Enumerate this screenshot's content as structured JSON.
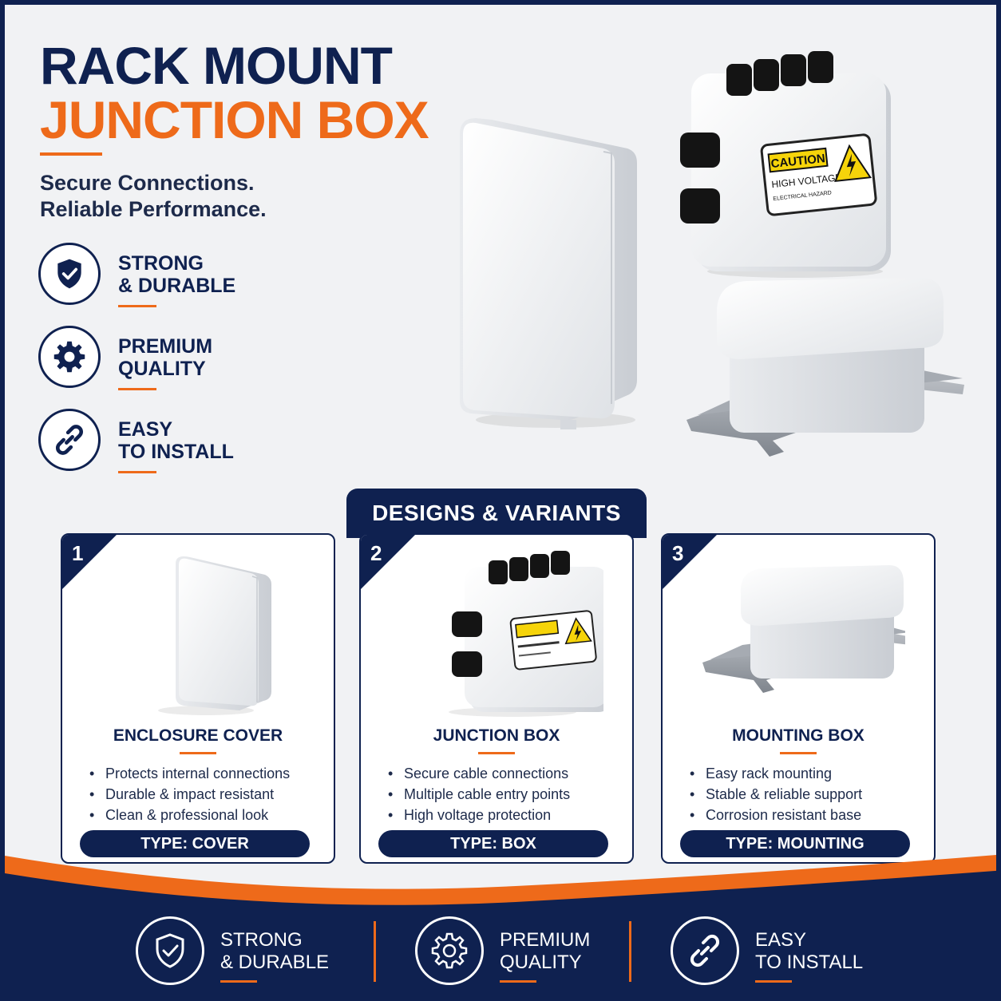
{
  "header": {
    "title_line1": "RACK MOUNT",
    "title_line2": "JUNCTION BOX",
    "tagline_line1": "Secure Connections.",
    "tagline_line2": "Reliable Performance."
  },
  "features": [
    {
      "line1": "STRONG",
      "line2": "& DURABLE",
      "icon": "shield-check-icon"
    },
    {
      "line1": "PREMIUM",
      "line2": "QUALITY",
      "icon": "gear-icon"
    },
    {
      "line1": "EASY",
      "line2": "TO INSTALL",
      "icon": "chain-link-icon"
    }
  ],
  "caution_label": {
    "title": "CAUTION",
    "line1": "HIGH VOLTAGE",
    "line2": "ELECTRICAL HAZARD"
  },
  "designs": {
    "heading": "DESIGNS & VARIANTS",
    "cards": [
      {
        "number": "1",
        "title": "ENCLOSURE COVER",
        "bullets": [
          "Protects internal connections",
          "Durable & impact resistant",
          "Clean & professional look"
        ],
        "type": "TYPE: COVER"
      },
      {
        "number": "2",
        "title": "JUNCTION BOX",
        "bullets": [
          "Secure cable connections",
          "Multiple cable entry points",
          "High voltage protection"
        ],
        "type": "TYPE: BOX"
      },
      {
        "number": "3",
        "title": "MOUNTING BOX",
        "bullets": [
          "Easy rack mounting",
          "Stable & reliable support",
          "Corrosion resistant base"
        ],
        "type": "TYPE: MOUNTING"
      }
    ]
  },
  "footer": [
    {
      "line1": "STRONG",
      "line2": "& DURABLE",
      "icon": "shield-check-icon"
    },
    {
      "line1": "PREMIUM",
      "line2": "QUALITY",
      "icon": "gear-icon"
    },
    {
      "line1": "EASY",
      "line2": "TO INSTALL",
      "icon": "chain-link-icon"
    }
  ],
  "colors": {
    "navy": "#0f2150",
    "orange": "#ee6a1a",
    "background": "#f1f2f4",
    "caution_yellow": "#f6d40a"
  }
}
